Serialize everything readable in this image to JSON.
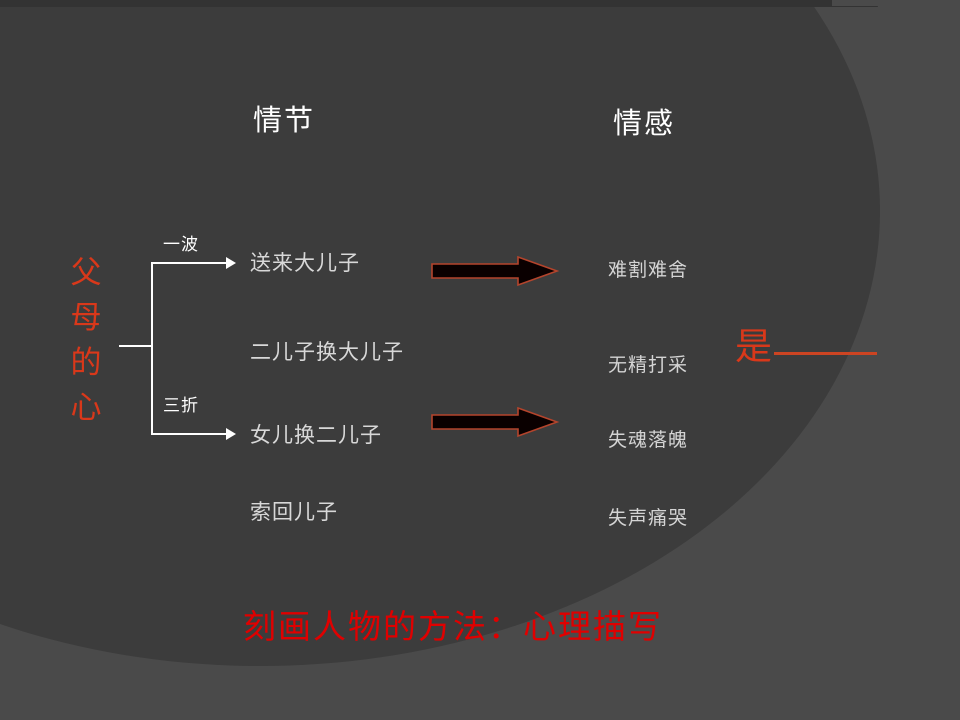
{
  "slide": {
    "background_color": "#3c3c3c",
    "outer_background_color": "#585858",
    "accent_red": "#e00000",
    "title_red": "#d9381a",
    "text_gray": "#d8d8d8"
  },
  "headings": {
    "plot": "情节",
    "emotion": "情感"
  },
  "vertical_title": {
    "full": "父母的心",
    "chars": [
      "父",
      "母",
      "的",
      "心"
    ]
  },
  "branches": {
    "upper_label": "一波",
    "lower_label": "三折"
  },
  "plot_items": [
    "送来大儿子",
    "二儿子换大儿子",
    "女儿换二儿子",
    "索回儿子"
  ],
  "emotion_items": [
    "难割难舍",
    "无精打采",
    "失魂落魄",
    "失声痛哭"
  ],
  "big_arrows": [
    {
      "name": "arrow-plot-to-emotion-1",
      "fill": "#0a0000",
      "stroke": "#b4442c"
    },
    {
      "name": "arrow-plot-to-emotion-2",
      "fill": "#0a0000",
      "stroke": "#b4442c"
    }
  ],
  "conclusion": {
    "char": "是",
    "blank_rule": "————"
  },
  "caption": "刻画人物的方法：心理描写"
}
